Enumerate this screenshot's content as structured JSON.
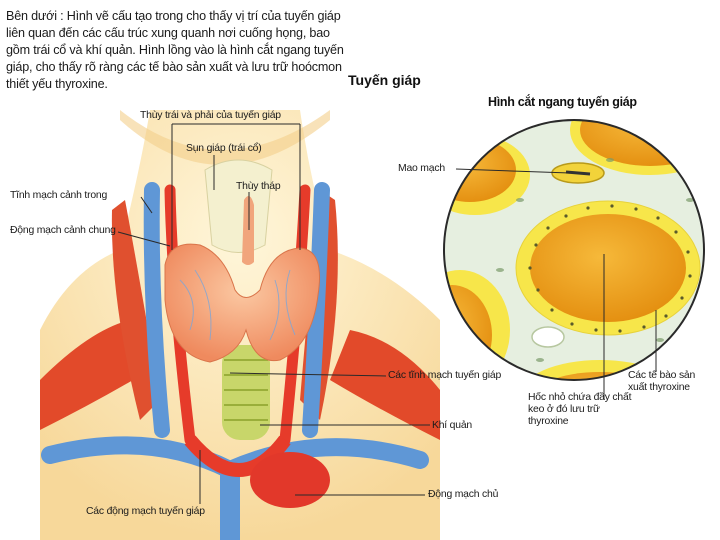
{
  "intro_text": "Bên dưới : Hình vẽ cấu tạo trong cho thấy vị trí của tuyến giáp liên quan đến các cấu trúc xung quanh nơi cuống họng, bao gồm trái cổ và khí quản. Hình lồng vào là hình cắt ngang tuyến giáp, cho thấy rõ ràng các tế bào sản xuất và lưu trữ hoócmon thiết yếu thyroxine.",
  "title_main": "Tuyến giáp",
  "title_inset": "Hình cắt ngang tuyến giáp",
  "labels": {
    "left_right_lobes": "Thùy trái và phải của tuyến giáp",
    "thyroid_cartilage": "Sụn giáp (trái cổ)",
    "pyramidal_lobe": "Thùy tháp",
    "internal_jugular_vein": "Tĩnh mạch cảnh trong",
    "common_carotid_artery": "Động mạch cảnh chung",
    "thyroid_veins": "Các tĩnh mạch tuyến giáp",
    "trachea": "Khí quản",
    "aorta": "Động mạch chủ",
    "thyroid_arteries": "Các động mạch tuyến giáp",
    "capillary": "Mao mạch",
    "follicle_cavity": "Hốc nhỏ chứa đầy chất keo ở đó lưu trữ thyroxine",
    "thyroxine_cells": "Các tế bào sản xuất thyroxine"
  },
  "colors": {
    "skin": "#fbe7b8",
    "muscle": "#e24a2a",
    "thyroid": "#f4a27a",
    "vein": "#5f97d6",
    "trachea": "#c8d66a",
    "colloid": "#f2a91a",
    "follicle_ring": "#f7e64a",
    "tissue": "#e6efe0"
  }
}
